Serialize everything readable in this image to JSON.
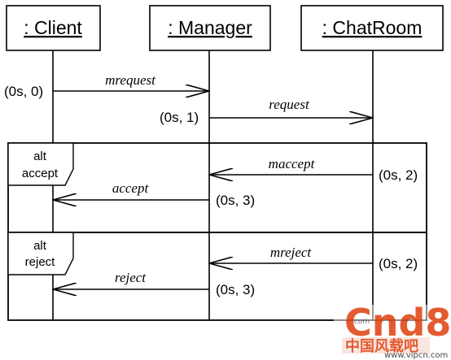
{
  "objects": {
    "client": ": Client",
    "manager": ": Manager",
    "chatroom": ": ChatRoom"
  },
  "messages": {
    "mrequest": "mrequest",
    "request": "request",
    "maccept": "maccept",
    "accept": "accept",
    "mreject": "mreject",
    "reject": "reject"
  },
  "times": {
    "t_mrequest": "(0s, 0)",
    "t_request": "(0s, 1)",
    "t_maccept": "(0s, 2)",
    "t_accept": "(0s, 3)",
    "t_mreject": "(0s, 2)",
    "t_reject": "(0s, 3)"
  },
  "fragments": {
    "alt_accept": {
      "keyword": "alt",
      "guard": "accept"
    },
    "alt_reject": {
      "keyword": "alt",
      "guard": "reject"
    }
  },
  "watermark": {
    "main": "Cnd8",
    "sub": "中国风载吧",
    "url": "www.vipcn.com",
    "com": ".com"
  },
  "colors": {
    "line": "#000000",
    "watermark": "#e04a1a"
  }
}
